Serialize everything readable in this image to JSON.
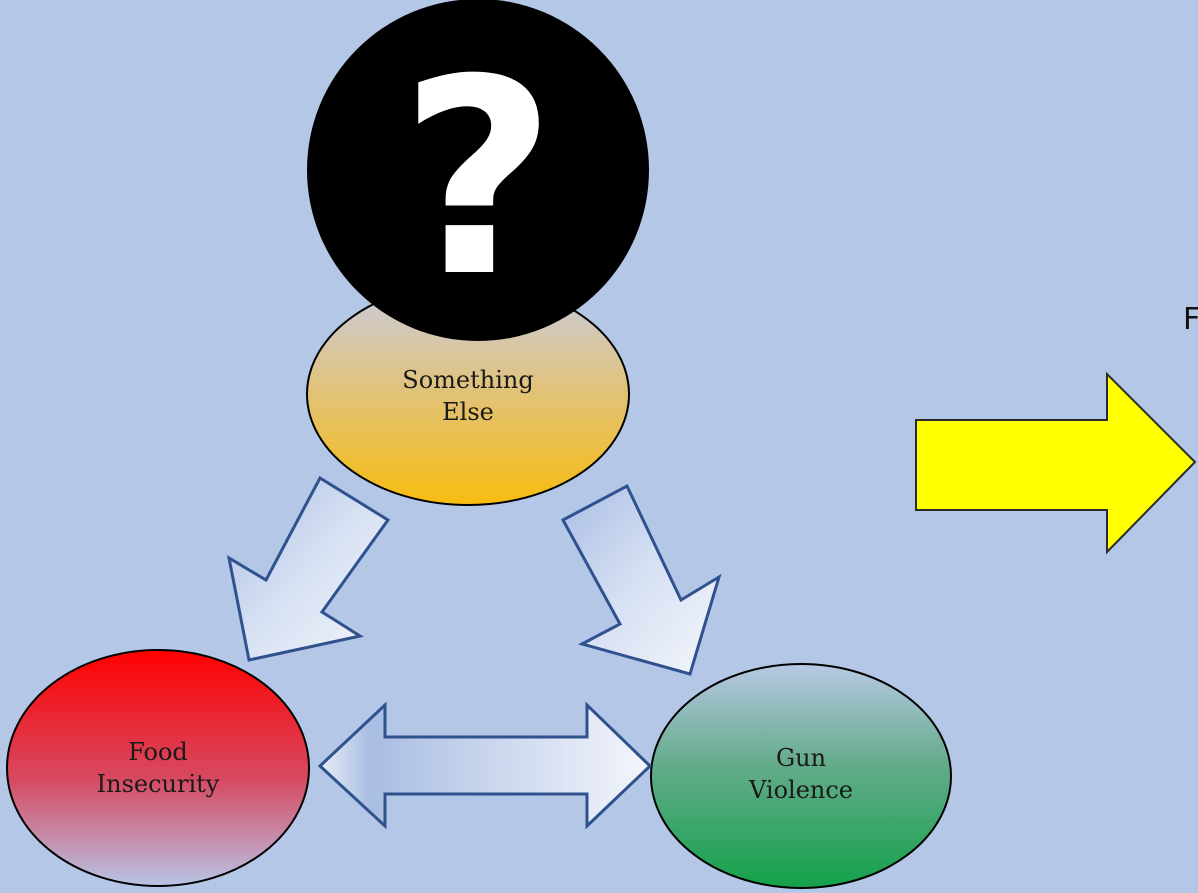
{
  "nodes": {
    "something_else": {
      "line1": "Something",
      "line2": "Else"
    },
    "food_insecurity": {
      "line1": "Food",
      "line2": "Insecurity"
    },
    "gun_violence": {
      "line1": "Gun",
      "line2": "Violence"
    }
  },
  "question_icon": {
    "glyph": "?",
    "icon": "question-mark-icon"
  },
  "cut_off_text": "F",
  "colors": {
    "background": "#b4c7e7",
    "yellow_arrow": "#ffff00",
    "outline": "#2f528f",
    "question_circle": "#000000"
  }
}
